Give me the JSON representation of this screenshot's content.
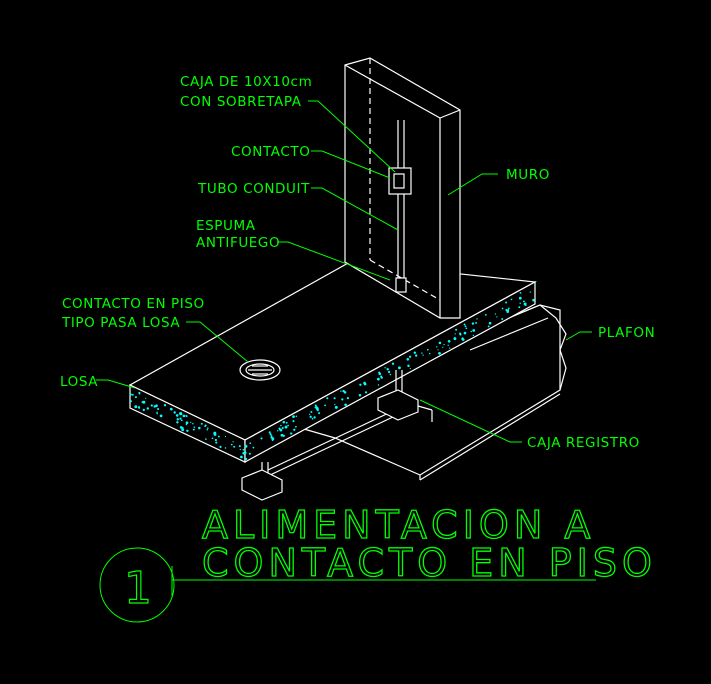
{
  "labels": {
    "caja_line1": "CAJA DE 10X10cm",
    "caja_line2": "CON SOBRETAPA",
    "contacto": "CONTACTO",
    "tubo_conduit": "TUBO CONDUIT",
    "espuma_line1": "ESPUMA",
    "espuma_line2": "ANTIFUEGO",
    "muro": "MURO",
    "contacto_piso_line1": "CONTACTO EN PISO",
    "contacto_piso_line2": "TIPO PASA LOSA",
    "plafon": "PLAFON",
    "losa": "LOSA",
    "caja_registro": "CAJA REGISTRO"
  },
  "title": {
    "line1": "ALIMENTACION A",
    "line2": "CONTACTO EN PISO",
    "number": "1"
  },
  "colors": {
    "background": "#000000",
    "annotation": "#00ff00",
    "geometry": "#ffffff",
    "hatch": "#00ffff"
  }
}
